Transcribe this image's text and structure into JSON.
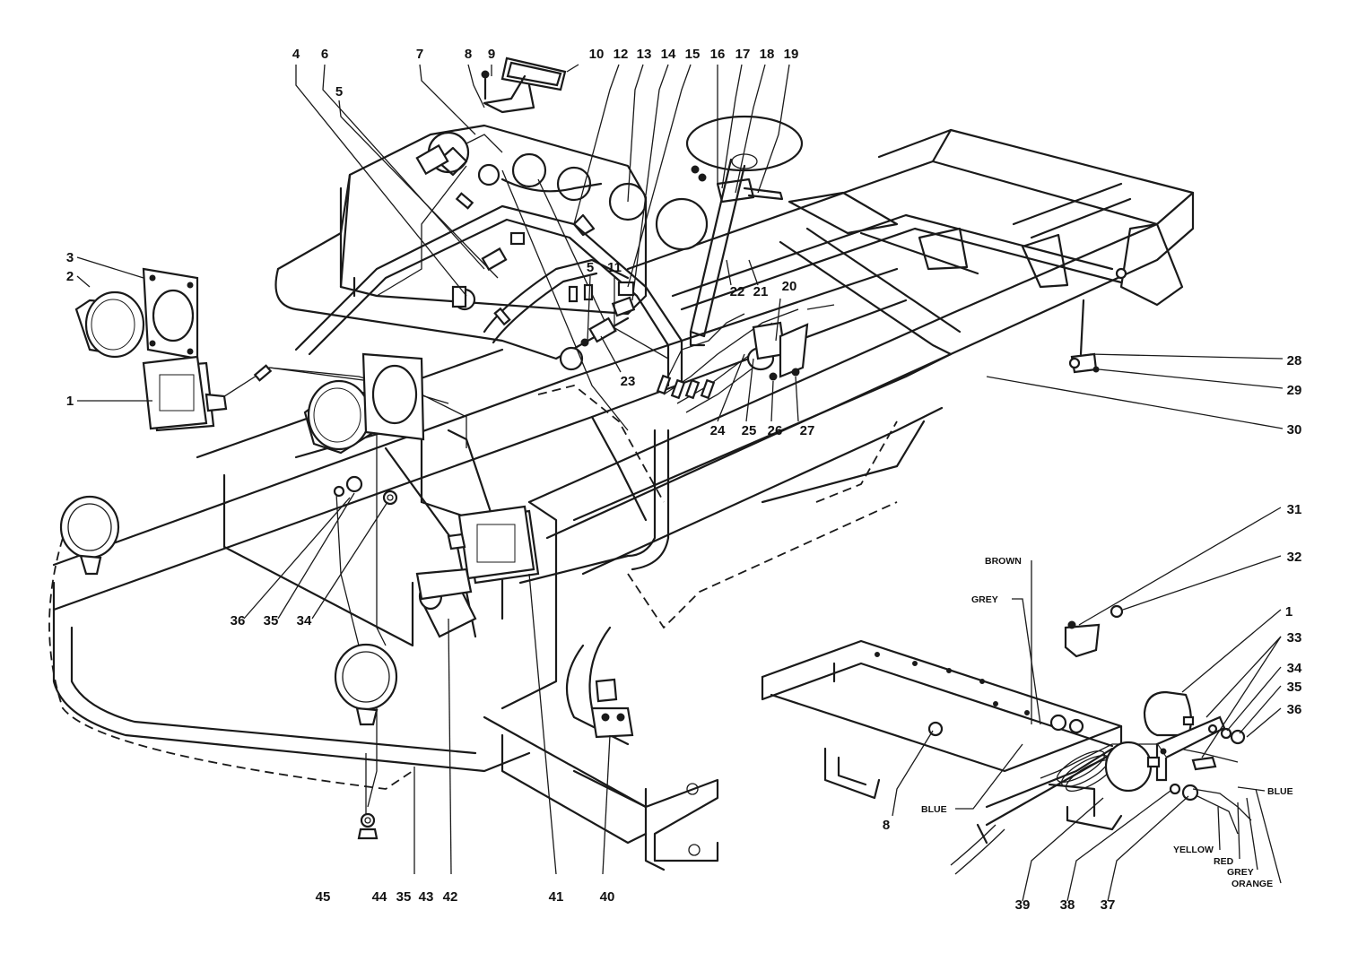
{
  "callouts": [
    {
      "id": "c1",
      "text": "1"
    },
    {
      "id": "c2",
      "text": "2"
    },
    {
      "id": "c3",
      "text": "3"
    },
    {
      "id": "c4",
      "text": "4"
    },
    {
      "id": "c5a",
      "text": "5"
    },
    {
      "id": "c6",
      "text": "6"
    },
    {
      "id": "c7",
      "text": "7"
    },
    {
      "id": "c8a",
      "text": "8"
    },
    {
      "id": "c9",
      "text": "9"
    },
    {
      "id": "c10",
      "text": "10"
    },
    {
      "id": "c12",
      "text": "12"
    },
    {
      "id": "c13",
      "text": "13"
    },
    {
      "id": "c14",
      "text": "14"
    },
    {
      "id": "c15",
      "text": "15"
    },
    {
      "id": "c16",
      "text": "16"
    },
    {
      "id": "c17",
      "text": "17"
    },
    {
      "id": "c18",
      "text": "18"
    },
    {
      "id": "c19",
      "text": "19"
    },
    {
      "id": "c5b",
      "text": "5"
    },
    {
      "id": "c11",
      "text": "11"
    },
    {
      "id": "c22",
      "text": "22"
    },
    {
      "id": "c21",
      "text": "21"
    },
    {
      "id": "c20",
      "text": "20"
    },
    {
      "id": "c23",
      "text": "23"
    },
    {
      "id": "c24",
      "text": "24"
    },
    {
      "id": "c25",
      "text": "25"
    },
    {
      "id": "c26",
      "text": "26"
    },
    {
      "id": "c27",
      "text": "27"
    },
    {
      "id": "c28",
      "text": "28"
    },
    {
      "id": "c29",
      "text": "29"
    },
    {
      "id": "c30",
      "text": "30"
    },
    {
      "id": "c31",
      "text": "31"
    },
    {
      "id": "c32",
      "text": "32"
    },
    {
      "id": "c1b",
      "text": "1"
    },
    {
      "id": "c33",
      "text": "33"
    },
    {
      "id": "c34b",
      "text": "34"
    },
    {
      "id": "c35b",
      "text": "35"
    },
    {
      "id": "c36b",
      "text": "36"
    },
    {
      "id": "c36",
      "text": "36"
    },
    {
      "id": "c35",
      "text": "35"
    },
    {
      "id": "c34",
      "text": "34"
    },
    {
      "id": "c8b",
      "text": "8"
    },
    {
      "id": "c39",
      "text": "39"
    },
    {
      "id": "c38",
      "text": "38"
    },
    {
      "id": "c37",
      "text": "37"
    },
    {
      "id": "c45",
      "text": "45"
    },
    {
      "id": "c44",
      "text": "44"
    },
    {
      "id": "c35c",
      "text": "35"
    },
    {
      "id": "c43",
      "text": "43"
    },
    {
      "id": "c42",
      "text": "42"
    },
    {
      "id": "c41",
      "text": "41"
    },
    {
      "id": "c40",
      "text": "40"
    }
  ],
  "wire_colors": {
    "brown": "BROWN",
    "grey_top": "GREY",
    "blue_left": "BLUE",
    "blue_right": "BLUE",
    "yellow": "YELLOW",
    "red": "RED",
    "grey_bottom": "GREY",
    "orange": "ORANGE"
  },
  "line_color": "#1a1a1a",
  "background": "#ffffff"
}
